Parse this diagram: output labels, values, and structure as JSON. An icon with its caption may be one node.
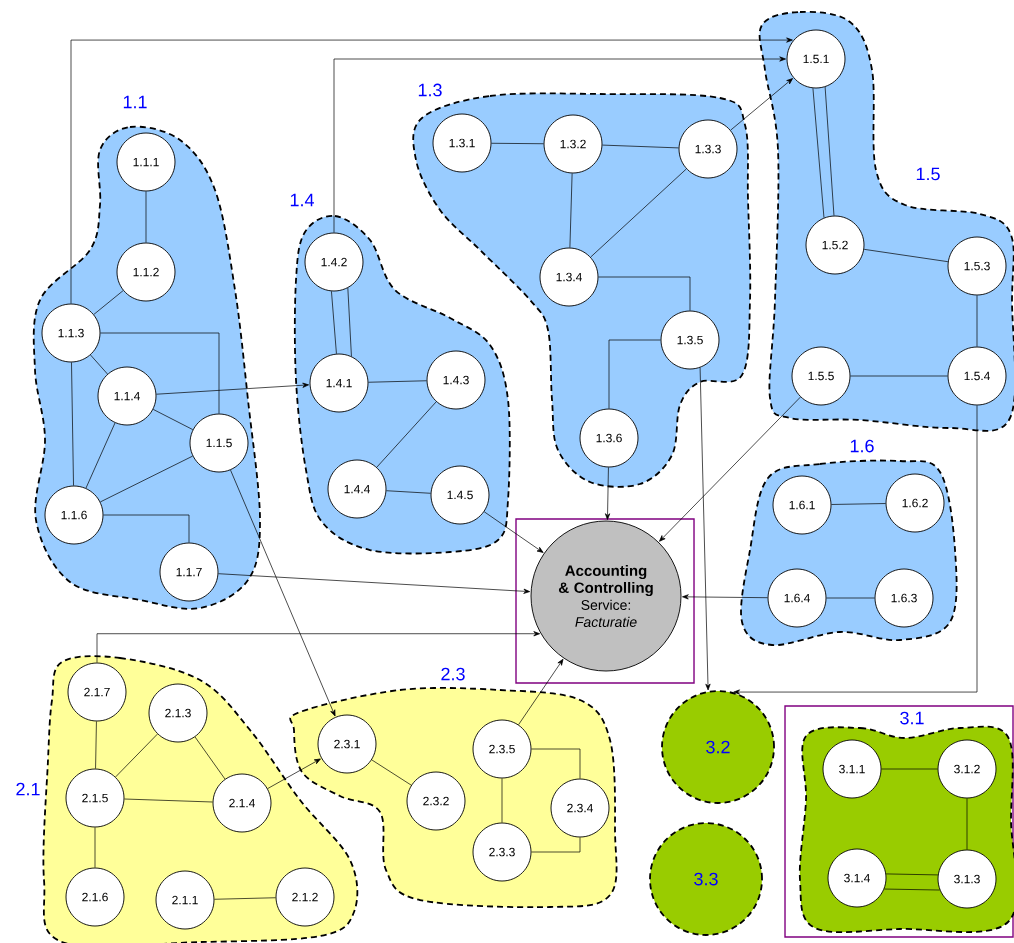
{
  "diagram": {
    "nodes": [
      {
        "text": [
          "1.1"
        ]
      },
      {
        "text": [
          "1.1.1"
        ],
        "in": 0
      },
      {
        "text": [
          "1.1.2"
        ],
        "in": 0
      },
      {
        "text": [
          "1.1.3"
        ],
        "in": 0
      },
      {
        "text": [
          "1.1.4"
        ],
        "in": 0
      },
      {
        "text": [
          "1.1.5"
        ],
        "in": 0
      },
      {
        "text": [
          "1.1.6"
        ],
        "in": 0
      },
      {
        "text": [
          "1.1.7"
        ],
        "in": 0
      },
      {
        "text": [
          "1.4"
        ]
      },
      {
        "text": [
          "1.4.2"
        ],
        "in": 8
      },
      {
        "text": [
          "1.4.1"
        ],
        "in": 8
      },
      {
        "text": [
          "1.4.3"
        ],
        "in": 8
      },
      {
        "text": [
          "1.4.4"
        ],
        "in": 8
      },
      {
        "text": [
          "1.4.5"
        ],
        "in": 8
      },
      {
        "text": [
          "1.3"
        ]
      },
      {
        "text": [
          "1.3.1"
        ],
        "in": 14
      },
      {
        "text": [
          "1.3.2"
        ],
        "in": 14
      },
      {
        "text": [
          "1.3.3"
        ],
        "in": 14
      },
      {
        "text": [
          "1.3.4"
        ],
        "in": 14
      },
      {
        "text": [
          "1.3.5"
        ],
        "in": 14
      },
      {
        "text": [
          "1.3.6"
        ],
        "in": 14
      },
      {
        "text": [
          "1.5"
        ]
      },
      {
        "text": [
          "1.5.1"
        ],
        "in": 21
      },
      {
        "text": [
          "1.5.2"
        ],
        "in": 21
      },
      {
        "text": [
          "1.5.3"
        ],
        "in": 21
      },
      {
        "text": [
          "1.5.5"
        ],
        "in": 21
      },
      {
        "text": [
          "1.5.4"
        ],
        "in": 21
      },
      {
        "text": [
          "1.6"
        ]
      },
      {
        "text": [
          "1.6.1"
        ],
        "in": 27
      },
      {
        "text": [
          "1.6.2"
        ],
        "in": 27
      },
      {
        "text": [
          "1.6.4"
        ],
        "in": 27
      },
      {
        "text": [
          "1.6.3"
        ],
        "in": 27
      },
      {
        "text": [],
        "shape": "box"
      },
      {
        "text": [
          "Accounting & Controlling",
          "Service:",
          "Facturatie"
        ],
        "in": 32
      },
      {
        "text": [
          "2.1"
        ]
      },
      {
        "text": [
          "2.1.7"
        ],
        "in": 34
      },
      {
        "text": [
          "2.1.3"
        ],
        "in": 34
      },
      {
        "text": [
          "2.1.5"
        ],
        "in": 34
      },
      {
        "text": [
          "2.1.4"
        ],
        "in": 34
      },
      {
        "text": [
          "2.1.6"
        ],
        "in": 34
      },
      {
        "text": [
          "2.1.1"
        ],
        "in": 34
      },
      {
        "text": [
          "2.1.2"
        ],
        "in": 34
      },
      {
        "text": [
          "2.3"
        ]
      },
      {
        "text": [
          "2.3.1"
        ],
        "in": 42
      },
      {
        "text": [
          "2.3.5"
        ],
        "in": 42
      },
      {
        "text": [
          "2.3.2"
        ],
        "in": 42
      },
      {
        "text": [
          "2.3.4"
        ],
        "in": 42
      },
      {
        "text": [
          "2.3.3"
        ],
        "in": 42
      },
      {
        "text": [
          "3.2"
        ]
      },
      {
        "text": [
          "3.3"
        ]
      },
      {
        "text": [],
        "shape": "box"
      },
      {
        "text": [
          "3.1"
        ],
        "in": 50
      },
      {
        "text": [
          "3.1.1"
        ],
        "in": 51
      },
      {
        "text": [
          "3.1.2"
        ],
        "in": 51
      },
      {
        "text": [
          "3.1.4"
        ],
        "in": 51
      },
      {
        "text": [
          "3.1.3"
        ],
        "in": 51
      }
    ],
    "edges": [
      {
        "from": 1,
        "to": 2,
        "arrow": "none"
      },
      {
        "from": 2,
        "to": 3,
        "arrow": "none"
      },
      {
        "from": 3,
        "to": 4,
        "arrow": "none"
      },
      {
        "from": 3,
        "to": 6,
        "arrow": "none"
      },
      {
        "from": 3,
        "to": 5,
        "arrow": "none"
      },
      {
        "from": 4,
        "to": 5,
        "arrow": "none"
      },
      {
        "from": 4,
        "to": 6,
        "arrow": "none"
      },
      {
        "from": 5,
        "to": 6,
        "arrow": "none"
      },
      {
        "from": 6,
        "to": 7,
        "arrow": "none"
      },
      {
        "from": 4,
        "to": 10,
        "arrow": "to"
      },
      {
        "from": 3,
        "to": 22,
        "arrow": "to"
      },
      {
        "from": 9,
        "to": 22,
        "arrow": "to"
      },
      {
        "from": 5,
        "to": 43,
        "arrow": "to"
      },
      {
        "from": 7,
        "to": 33,
        "arrow": "to"
      },
      {
        "from": 35,
        "to": 33,
        "arrow": "to"
      },
      {
        "from": 9,
        "to": 10,
        "arrow": "none"
      },
      {
        "from": 9,
        "to": 10,
        "arrow": "none"
      },
      {
        "from": 10,
        "to": 11,
        "arrow": "none"
      },
      {
        "from": 11,
        "to": 12,
        "arrow": "none"
      },
      {
        "from": 12,
        "to": 13,
        "arrow": "none"
      },
      {
        "from": 13,
        "to": 33,
        "arrow": "to"
      },
      {
        "from": 15,
        "to": 16,
        "arrow": "none"
      },
      {
        "from": 16,
        "to": 17,
        "arrow": "none"
      },
      {
        "from": 16,
        "to": 18,
        "arrow": "none"
      },
      {
        "from": 18,
        "to": 17,
        "arrow": "none"
      },
      {
        "from": 18,
        "to": 19,
        "arrow": "none"
      },
      {
        "from": 19,
        "to": 20,
        "arrow": "none"
      },
      {
        "from": 17,
        "to": 22,
        "arrow": "to"
      },
      {
        "from": 20,
        "to": 33,
        "arrow": "to"
      },
      {
        "from": 19,
        "to": 48,
        "arrow": "to"
      },
      {
        "from": 22,
        "to": 23,
        "arrow": "none"
      },
      {
        "from": 22,
        "to": 23,
        "arrow": "none"
      },
      {
        "from": 23,
        "to": 24,
        "arrow": "none"
      },
      {
        "from": 24,
        "to": 26,
        "arrow": "none"
      },
      {
        "from": 26,
        "to": 25,
        "arrow": "none"
      },
      {
        "from": 25,
        "to": 33,
        "arrow": "to"
      },
      {
        "from": 26,
        "to": 48,
        "arrow": "to"
      },
      {
        "from": 28,
        "to": 29,
        "arrow": "none"
      },
      {
        "from": 30,
        "to": 31,
        "arrow": "none"
      },
      {
        "from": 30,
        "to": 33,
        "arrow": "to"
      },
      {
        "from": 35,
        "to": 37,
        "arrow": "none"
      },
      {
        "from": 37,
        "to": 36,
        "arrow": "none"
      },
      {
        "from": 36,
        "to": 38,
        "arrow": "none"
      },
      {
        "from": 37,
        "to": 38,
        "arrow": "none"
      },
      {
        "from": 37,
        "to": 39,
        "arrow": "none"
      },
      {
        "from": 40,
        "to": 41,
        "arrow": "none"
      },
      {
        "from": 38,
        "to": 43,
        "arrow": "to"
      },
      {
        "from": 43,
        "to": 45,
        "arrow": "none"
      },
      {
        "from": 44,
        "to": 47,
        "arrow": "none"
      },
      {
        "from": 44,
        "to": 46,
        "arrow": "none"
      },
      {
        "from": 47,
        "to": 46,
        "arrow": "none"
      },
      {
        "from": 44,
        "to": 33,
        "arrow": "to"
      },
      {
        "from": 52,
        "to": 53,
        "arrow": "none"
      },
      {
        "from": 53,
        "to": 55,
        "arrow": "none"
      },
      {
        "from": 54,
        "to": 55,
        "arrow": "none"
      },
      {
        "from": 54,
        "to": 55,
        "arrow": "none"
      }
    ]
  }
}
